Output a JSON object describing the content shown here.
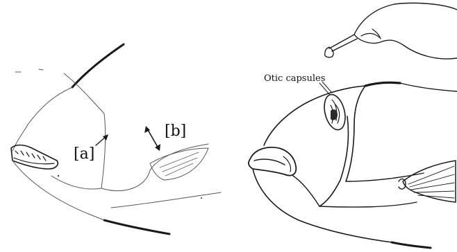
{
  "labels": {
    "a": "[a]",
    "b": "[b]",
    "otic": "Otic capsules"
  },
  "colors": {
    "ink": "#1a1a1a",
    "background": "#ffffff"
  }
}
